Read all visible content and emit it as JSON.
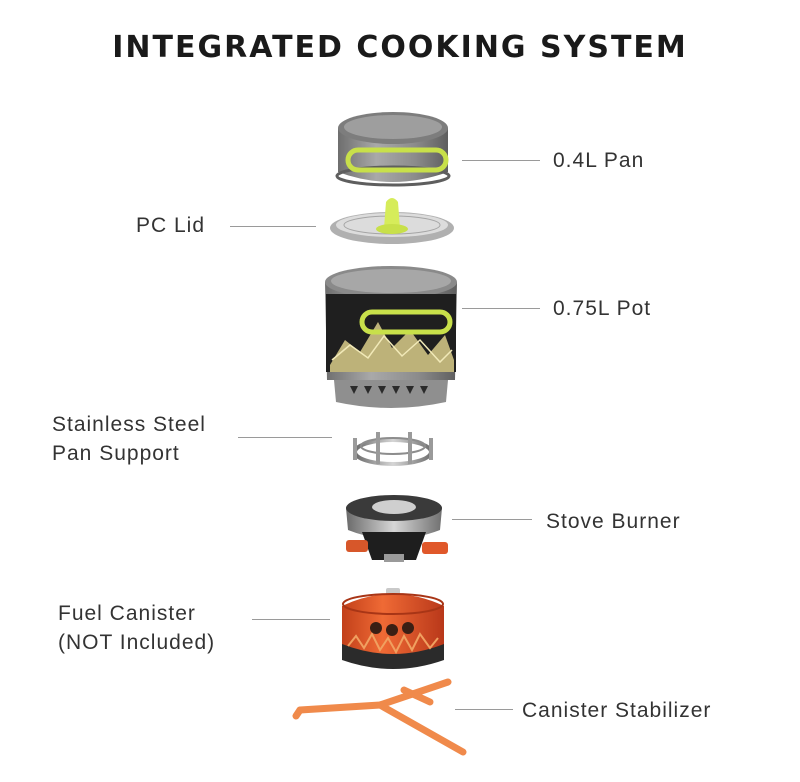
{
  "title": "INTEGRATED COOKING SYSTEM",
  "labels": {
    "pan": "0.4L Pan",
    "lid": "PC Lid",
    "pot": "0.75L Pot",
    "support_line1": "Stainless Steel",
    "support_line2": "Pan Support",
    "burner": "Stove Burner",
    "canister_line1": "Fuel Canister",
    "canister_line2": "(NOT Included)",
    "stabilizer": "Canister Stabilizer"
  },
  "colors": {
    "aluminum": "#8a8a8a",
    "handle": "#c8e04a",
    "canister": "#e0582a",
    "stabilizer": "#f08a4b"
  }
}
